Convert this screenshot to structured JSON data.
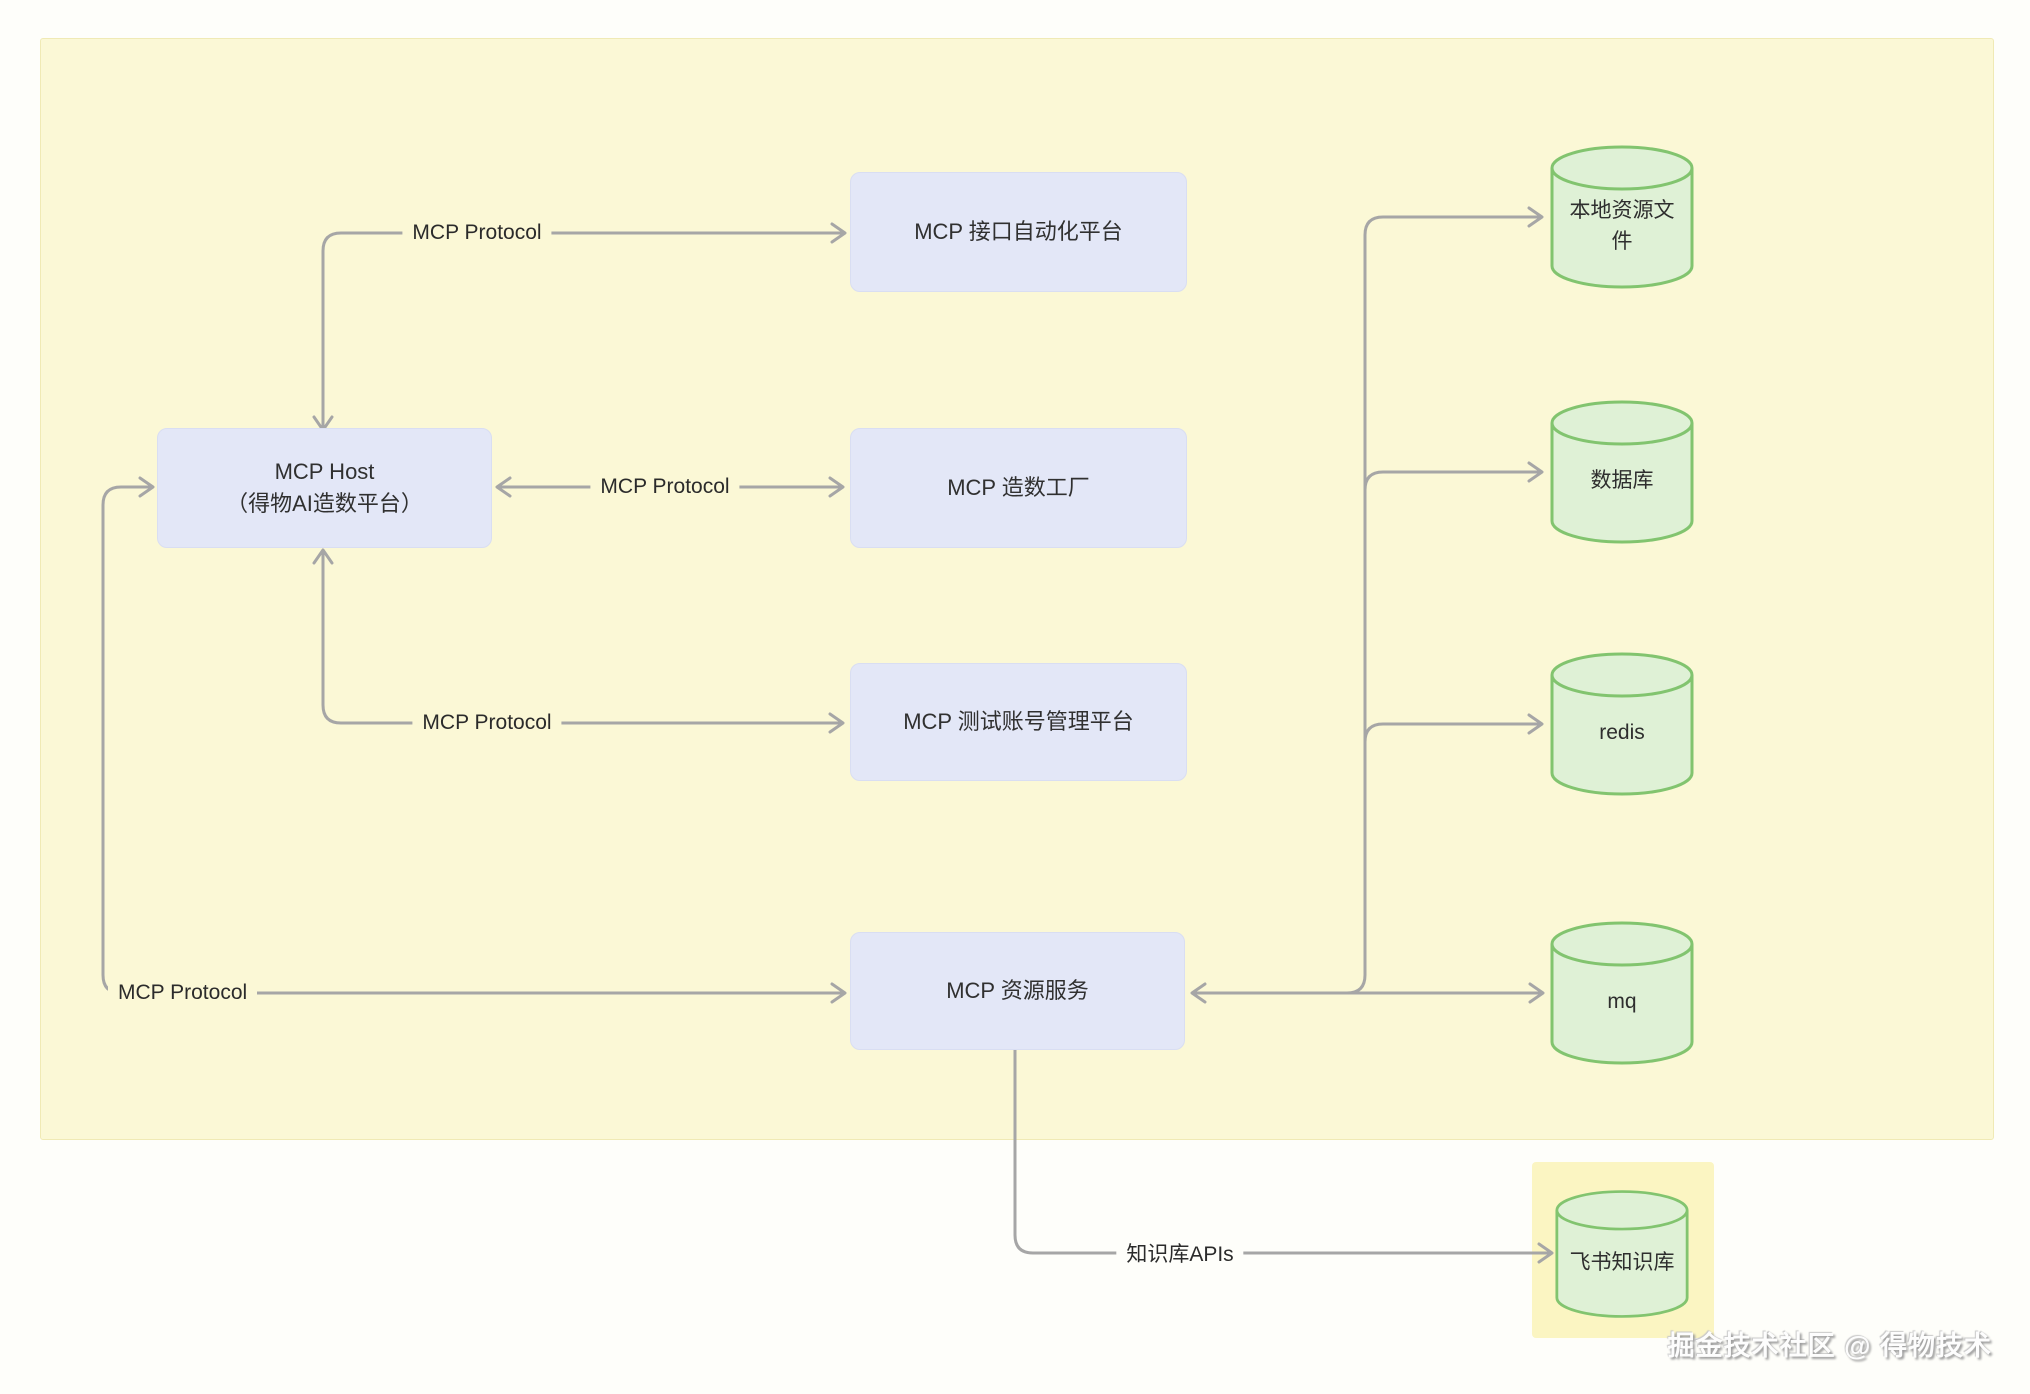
{
  "nodes": {
    "api_automation": "MCP 接口自动化平台",
    "host_line1": "MCP Host",
    "host_line2": "（得物AI造数平台）",
    "data_factory": "MCP 造数工厂",
    "test_account": "MCP 测试账号管理平台",
    "resource_service": "MCP 资源服务"
  },
  "datastores": {
    "local_files": "本地资源文件",
    "database": "数据库",
    "redis": "redis",
    "mq": "mq",
    "feishu_kb": "飞书知识库"
  },
  "edges": {
    "host_api_automation": "MCP Protocol",
    "host_data_factory": "MCP Protocol",
    "host_test_account": "MCP Protocol",
    "host_resource_service": "MCP Protocol",
    "kb_apis": "知识库APIs"
  },
  "watermark": "掘金技术社区 @ 得物技术",
  "colors": {
    "canvas": "#FBF8D6",
    "page_bg": "#FEFEFA",
    "node_fill": "#E3E7F7",
    "node_border": "#D9DEF2",
    "cylinder_fill": "#DFF1D6",
    "cylinder_stroke": "#82C46F",
    "highlight": "#FBF5C2",
    "line": "#A6A6A6",
    "text": "#303030"
  }
}
